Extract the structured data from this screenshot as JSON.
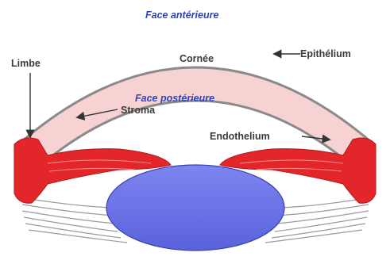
{
  "labels": {
    "face_anterieure": "Face antérieure",
    "face_posterieure": "Face postérieure",
    "limbe": "Limbe",
    "cornee": "Cornée",
    "epithelium": "Epithélium",
    "stroma": "Stroma",
    "endothelium": "Endothelium"
  },
  "colors": {
    "cornea_fill": "#f6d2d2",
    "cornea_edge": "#8a8a8a",
    "iris_red": "#e3262a",
    "lens_blue": "#6b73e8",
    "label_blue": "#2c46b8",
    "label_dark": "#3a3a3a",
    "fibers": "#9a9a9a"
  }
}
